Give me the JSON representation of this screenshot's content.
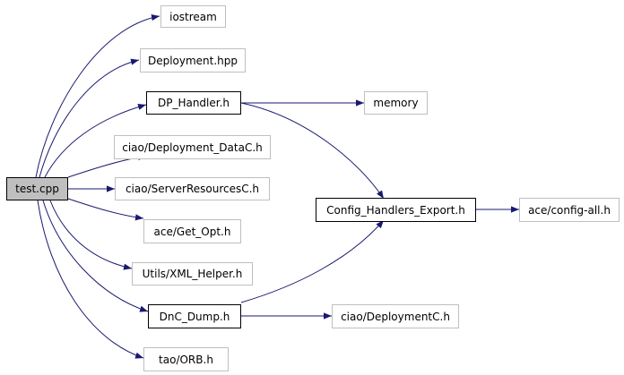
{
  "graph": {
    "nodes": {
      "test_cpp": "test.cpp",
      "iostream": "iostream",
      "deployment_hpp": "Deployment.hpp",
      "dp_handler": "DP_Handler.h",
      "memory": "memory",
      "deployment_datac": "ciao/Deployment_DataC.h",
      "server_resources": "ciao/ServerResourcesC.h",
      "config_handlers": "Config_Handlers_Export.h",
      "config_all": "ace/config-all.h",
      "get_opt": "ace/Get_Opt.h",
      "xml_helper": "Utils/XML_Helper.h",
      "dnc_dump": "DnC_Dump.h",
      "deploymentc": "ciao/DeploymentC.h",
      "orb": "tao/ORB.h"
    },
    "edge_color": "#191970"
  }
}
